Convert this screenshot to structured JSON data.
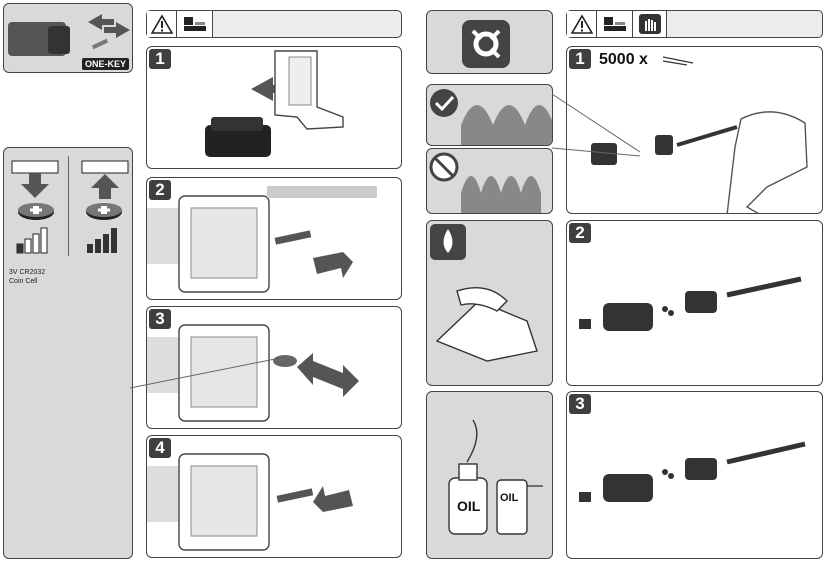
{
  "left_page": {
    "header": {
      "icons": [
        "onekey-tool-icon",
        "warning-icon",
        "battery-charger-icon"
      ]
    },
    "onekey_logo": "ONE-KEY",
    "battery_panel": {
      "label_line1": "3V CR2032",
      "label_line2": "Coin Cell",
      "icons": [
        "insert-arrow-down-icon",
        "insert-arrow-up-icon",
        "coin-cell-icon",
        "signal-bars-icon"
      ]
    },
    "steps": [
      "1",
      "2",
      "3",
      "4"
    ]
  },
  "right_page": {
    "header": {
      "icons": [
        "maintenance-gear-icon",
        "warning-icon",
        "battery-charger-icon",
        "gloves-icon"
      ]
    },
    "step1_text": "5000 x",
    "steps": [
      "1",
      "2",
      "3"
    ],
    "side_panels": [
      "check-ok-icon",
      "prohibited-icon",
      "oil-drop-icon",
      "oil-bottles-icon"
    ],
    "oil_label": "OIL"
  }
}
